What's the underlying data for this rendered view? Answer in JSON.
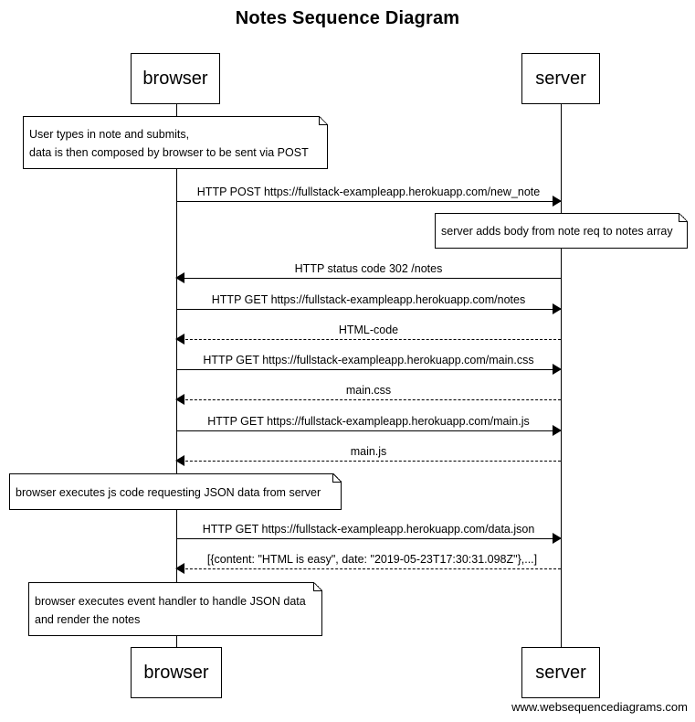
{
  "title": "Notes Sequence Diagram",
  "participants": [
    "browser",
    "server"
  ],
  "notes": [
    {
      "lines": [
        "User types in note and submits,",
        "data is then composed by browser to be sent via POST"
      ]
    },
    {
      "lines": [
        "server adds body from note req to notes array"
      ]
    },
    {
      "lines": [
        "browser executes js code requesting JSON data from server"
      ]
    },
    {
      "lines": [
        "browser executes event handler to handle JSON data",
        "and render the notes"
      ]
    }
  ],
  "messages": [
    {
      "from": "browser",
      "to": "server",
      "style": "solid",
      "label": "HTTP POST https://fullstack-exampleapp.herokuapp.com/new_note"
    },
    {
      "from": "server",
      "to": "browser",
      "style": "solid",
      "label": "HTTP status code 302 /notes"
    },
    {
      "from": "browser",
      "to": "server",
      "style": "solid",
      "label": "HTTP GET https://fullstack-exampleapp.herokuapp.com/notes"
    },
    {
      "from": "server",
      "to": "browser",
      "style": "dashed",
      "label": "HTML-code"
    },
    {
      "from": "browser",
      "to": "server",
      "style": "solid",
      "label": "HTTP GET https://fullstack-exampleapp.herokuapp.com/main.css"
    },
    {
      "from": "server",
      "to": "browser",
      "style": "dashed",
      "label": "main.css"
    },
    {
      "from": "browser",
      "to": "server",
      "style": "solid",
      "label": "HTTP GET https://fullstack-exampleapp.herokuapp.com/main.js"
    },
    {
      "from": "server",
      "to": "browser",
      "style": "dashed",
      "label": "main.js"
    },
    {
      "from": "browser",
      "to": "server",
      "style": "solid",
      "label": "HTTP GET https://fullstack-exampleapp.herokuapp.com/data.json"
    },
    {
      "from": "server",
      "to": "browser",
      "style": "dashed",
      "label": "[{content: \"HTML is easy\", date: \"2019-05-23T17:30:31.098Z\"},...]"
    }
  ],
  "footer": "www.websequencediagrams.com"
}
